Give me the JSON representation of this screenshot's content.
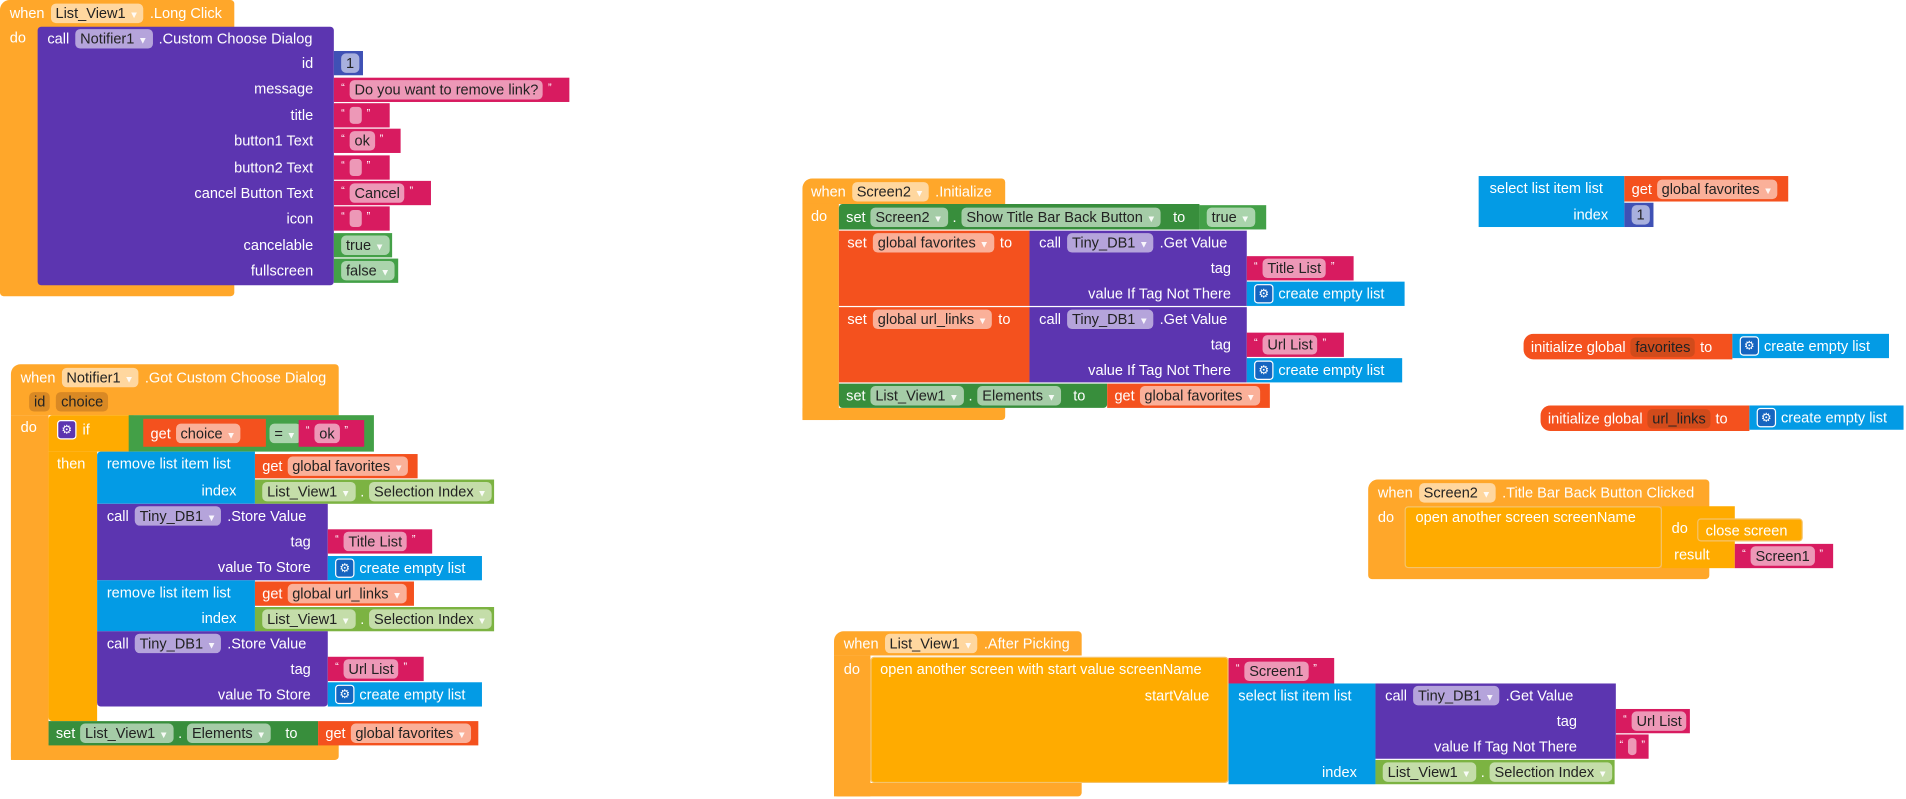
{
  "colors": {
    "event": "#ffa72a",
    "control": "#ffab00",
    "procedure": "#5c35b0",
    "text": "#d81b60",
    "list": "#039be5",
    "math": "#3f51b5",
    "logic": "#43a047",
    "variable": "#f4511e",
    "component_get": "#7cb342",
    "component_set": "#388e3c"
  },
  "w": {
    "when": "when",
    "do": "do",
    "call": "call",
    "set": "set",
    "get": "get",
    "to": "to",
    "dot": ".",
    "tag": "tag",
    "index": "index",
    "create_empty_list": "create empty list",
    "value_if_tag": "value If Tag Not There",
    "value_to_store": "value To Store",
    "remove_list_item": "remove list item  list",
    "select_list_item": "select list item  list",
    "get_value": ".Get Value",
    "store_value": ".Store Value",
    "if": "if",
    "then": "then",
    "initialize_global": "initialize global",
    "result": "result",
    "close_screen": "close screen",
    "open_screen": "open another screen  screenName",
    "open_screen_start": "open another screen with start value  screenName",
    "start_value": "startValue",
    "eq": "="
  },
  "long_click": {
    "component": "List_View1",
    "event": ".Long Click",
    "notifier": "Notifier1",
    "method": ".Custom Choose Dialog",
    "params": [
      "id",
      "message",
      "title",
      "button1 Text",
      "button2 Text",
      "cancel Button Text",
      "icon",
      "cancelable",
      "fullscreen"
    ],
    "id": "1",
    "message": "Do you want to remove link?",
    "button1": "ok",
    "cancel": "Cancel",
    "cancelable": "true",
    "fullscreen": "false"
  },
  "got_dialog": {
    "component": "Notifier1",
    "event": ".Got Custom Choose Dialog",
    "param1": "id",
    "param2": "choice",
    "var_choice": "choice",
    "ok": "ok",
    "fav": "global favorites",
    "url": "global url_links",
    "listview": "List_View1",
    "sel_index": "Selection Index",
    "tinydb": "Tiny_DB1",
    "title_list": "Title List",
    "url_list": "Url List",
    "elements": "Elements"
  },
  "init": {
    "component": "Screen2",
    "event": ".Initialize",
    "prop": "Show Title Bar Back Button",
    "true": "true",
    "fav": "global favorites",
    "url": "global url_links",
    "tinydb": "Tiny_DB1",
    "title_list": "Title List",
    "url_list": "Url List",
    "listview": "List_View1",
    "elements": "Elements"
  },
  "loose_select": {
    "fav": "global favorites",
    "index": "1"
  },
  "init_fav": {
    "name": "favorites"
  },
  "init_url": {
    "name": "url_links"
  },
  "back": {
    "component": "Screen2",
    "event": ".Title Bar Back Button Clicked",
    "screen": "Screen1"
  },
  "after": {
    "component": "List_View1",
    "event": ".After Picking",
    "screen": "Screen1",
    "tinydb": "Tiny_DB1",
    "url_list": "Url List",
    "listview": "List_View1",
    "sel_index": "Selection Index"
  }
}
